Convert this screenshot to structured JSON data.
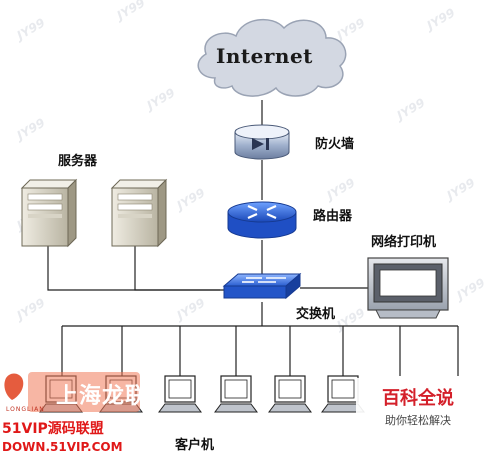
{
  "nodes": {
    "internet": "Internet",
    "firewall": "防火墙",
    "servers": "服务器",
    "router": "路由器",
    "printer": "网络打印机",
    "switch": "交换机",
    "clients": "客户机"
  },
  "watermarks": {
    "left_logo_text": "上海龙联",
    "left_logo_small": "LONGLIAN",
    "site_name": "51VIP源码联盟",
    "site_url": "DOWN.51VIP.COM",
    "baike_title": "百科全说",
    "baike_subtitle": "助你轻松解决"
  },
  "colors": {
    "device_blue": "#2f6fd6",
    "cloud": "#d4d9e3",
    "line": "#222222",
    "watermark_red": "#e01818"
  }
}
